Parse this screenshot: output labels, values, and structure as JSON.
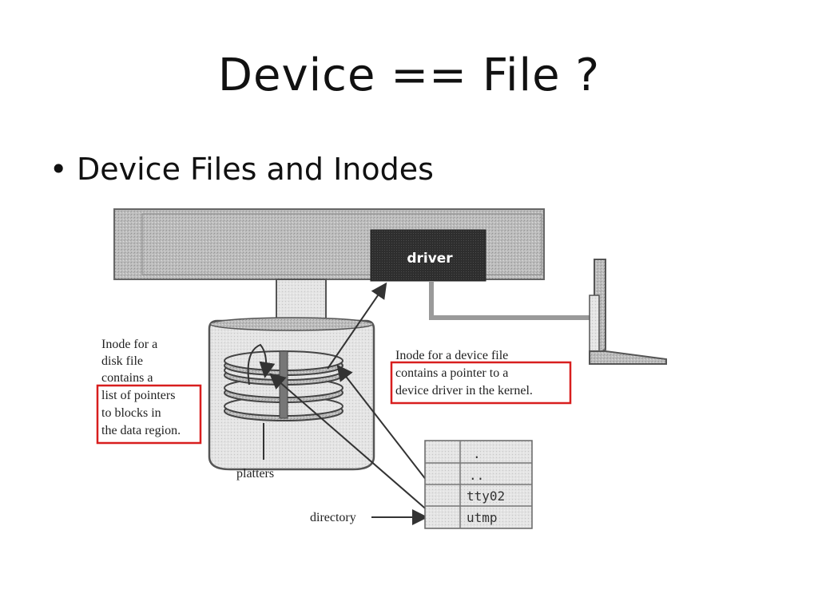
{
  "slide": {
    "title": "Device == File ?",
    "bullet": "Device Files and Inodes"
  },
  "diagram": {
    "driver_label": "driver",
    "disk_inode_text": [
      "Inode for a",
      "disk file",
      "contains a",
      "list of pointers",
      "to blocks in",
      "the data region."
    ],
    "device_inode_text": [
      "Inode for a device file",
      "contains a pointer to a",
      "device driver in the kernel."
    ],
    "platters_label": "platters",
    "directory_label": "directory",
    "directory_entries": [
      ".",
      "..",
      "tty02",
      "utmp"
    ],
    "highlight_color": "#d81e1e"
  }
}
